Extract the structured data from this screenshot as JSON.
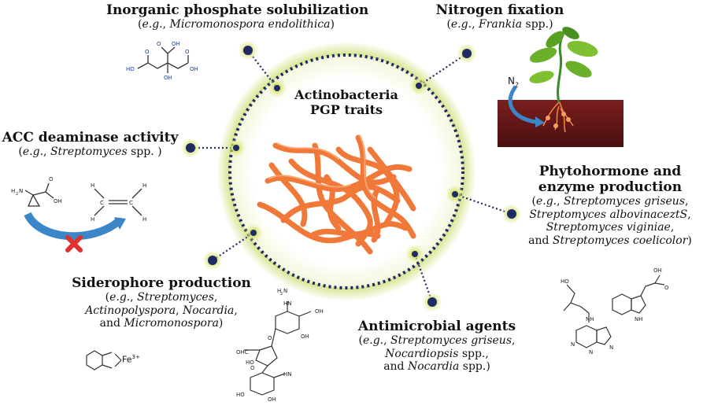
{
  "center": {
    "line1": "Actinobacteria",
    "line2": "PGP traits"
  },
  "traits": {
    "phosphate": {
      "title": "Inorganic phosphate solubilization",
      "ex_a": "(",
      "ex_eg": "e.g.",
      "ex_b": ", ",
      "ex_org": "Micromonospora endolithica",
      "ex_c": ")"
    },
    "nitrogen": {
      "title": "Nitrogen fixation",
      "ex_a": "(",
      "ex_eg": "e.g.",
      "ex_b": ", ",
      "ex_org": "Frankia",
      "ex_c": " spp.)"
    },
    "acc": {
      "title": "ACC deaminase activity",
      "ex_a": "(",
      "ex_eg": "e.g.",
      "ex_b": ", ",
      "ex_org": "Streptomyces",
      "ex_c": " spp. )"
    },
    "phyto": {
      "title1": "Phytohormone and",
      "title2": "enzyme production",
      "l1_a": "(",
      "l1_eg": "e.g.",
      "l1_b": ", ",
      "l1_org": "Streptomyces griseus",
      "l1_c": ",",
      "l2_org": "Streptomyces albovinaceztS",
      "l2_c": ",",
      "l3_org": "Streptomyces viginiae",
      "l3_c": ",",
      "l4_a": "and ",
      "l4_org": "Streptomyces coelicolor",
      "l4_c": ")"
    },
    "siderophore": {
      "title": "Siderophore production",
      "l1_a": "(",
      "l1_eg": "e.g.",
      "l1_b": ", ",
      "l1_org": "Streptomyces",
      "l1_c": ",",
      "l2_org": "Actinopolyspora",
      "l2_b": ", ",
      "l2_org2": "Nocardia",
      "l2_c": ",",
      "l3_a": "and ",
      "l3_org": "Micromonospora",
      "l3_c": ")"
    },
    "antimicrobial": {
      "title": "Antimicrobial agents",
      "l1_a": "(",
      "l1_eg": "e.g.",
      "l1_b": ", ",
      "l1_org": "Streptomyces griseus",
      "l1_c": ",",
      "l2_org": "Nocardiopsis",
      "l2_c": " spp.,",
      "l3_a": "and ",
      "l3_org": "Nocardia",
      "l3_c": " spp.)"
    }
  },
  "labels": {
    "n2": "N",
    "n2_sub": "2",
    "fe": "Fe",
    "fe_sup": "3+",
    "ho": "HO",
    "oh": "OH",
    "o": "O",
    "h": "H",
    "h2n": "H",
    "nh": "NH",
    "n": "N",
    "hn": "HN",
    "nh2": "NH",
    "two": "2"
  },
  "colors": {
    "circle": "#1f2b66",
    "glow": "#c9dc6a",
    "bacteria": "#f0793a",
    "arrow": "#3a86c8",
    "soil": "#6b1a1a",
    "cross": "#e03030"
  }
}
